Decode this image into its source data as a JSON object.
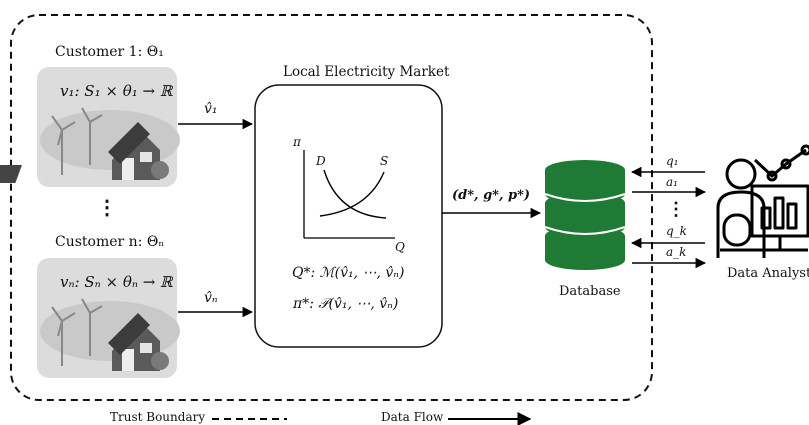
{
  "customer_1": {
    "title": "Customer 1: Θ₁",
    "valuation": "v₁: S₁ × θ₁ → ℝ",
    "bid": "v̂₁"
  },
  "ellipsis_customers": "⋮",
  "customer_n": {
    "title": "Customer n: Θₙ",
    "valuation": "vₙ: Sₙ × θₙ → ℝ",
    "bid": "v̂ₙ"
  },
  "market": {
    "title": "Local Electricity Market",
    "price_axis": "π",
    "quantity_axis": "Q",
    "demand_label": "D",
    "supply_label": "S",
    "quantity_mechanism": "Q*: ℳ(v̂₁, ⋯, v̂ₙ)",
    "price_mechanism": "π*: 𝒫(v̂₁, ⋯, v̂ₙ)"
  },
  "market_output": "(d*, g*, p*)",
  "database": {
    "label": "Database",
    "color": "#1f7a35"
  },
  "queries": {
    "q1": "q₁",
    "a1": "a₁",
    "dots": "⋮",
    "qk": "q_k",
    "ak": "a_k"
  },
  "analyst": {
    "label": "Data Analyst"
  },
  "legend": {
    "trust_boundary": "Trust Boundary",
    "data_flow": "Data Flow"
  }
}
